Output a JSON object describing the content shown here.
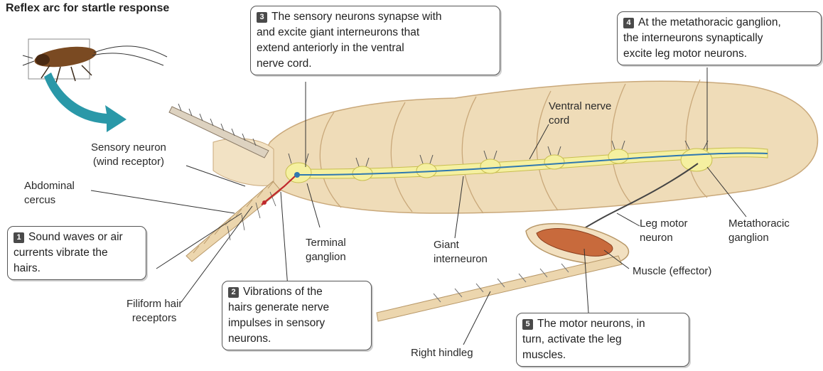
{
  "title": "Reflex arc for startle response",
  "labels": {
    "sensory_neuron": "Sensory neuron\n(wind receptor)",
    "abdominal_cercus": "Abdominal\ncercus",
    "filiform_hair": "Filiform hair\nreceptors",
    "terminal_ganglion": "Terminal\nganglion",
    "giant_interneuron": "Giant\ninterneuron",
    "ventral_nerve_cord": "Ventral nerve\ncord",
    "leg_motor_neuron": "Leg motor\nneuron",
    "metathoracic_ganglion": "Metathoracic\nganglion",
    "muscle_effector": "Muscle (effector)",
    "right_hindleg": "Right hindleg"
  },
  "steps": [
    {
      "number": "1",
      "text": "Sound waves or air\ncurrents vibrate the\nhairs."
    },
    {
      "number": "2",
      "text": "Vibrations of the\nhairs generate nerve\nimpulses in sensory\nneurons."
    },
    {
      "number": "3",
      "text": "The sensory neurons synapse with\nand excite giant interneurons that\nextend anteriorly in the ventral\nnerve cord."
    },
    {
      "number": "4",
      "text": "At the metathoracic ganglion,\nthe interneurons synaptically\nexcite leg motor neurons."
    },
    {
      "number": "5",
      "text": "The motor neurons, in\nturn, activate the leg\nmuscles."
    }
  ],
  "colors": {
    "body": "#efdcb8",
    "nerve_cord": "#f5f0a0",
    "interneuron": "#2f78b0",
    "sensory": "#c0282d",
    "muscle": "#c86a3c",
    "arrow": "#2a98a8"
  }
}
